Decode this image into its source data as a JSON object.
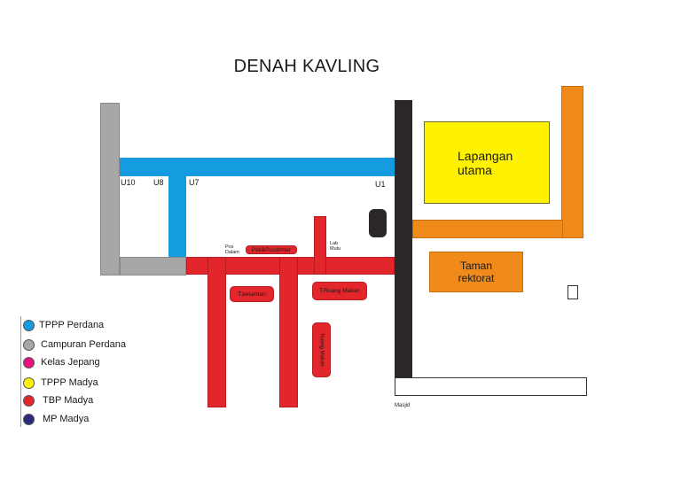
{
  "title": "DENAH KAVLING",
  "labels": {
    "u10": "U10",
    "u8": "U8",
    "u7": "U7",
    "u1": "U1",
    "pos_dalam": "Pos Dalam",
    "poli_pusdimter": "Poli&Pusdimter",
    "lab_mutu": "Lab Mutu",
    "t_kesehatan": "T.kesehtan",
    "t_ruang_makan": "T.Ruang Makan",
    "ruang_makan": "Ruang Makan",
    "lapangan_utama": "Lapangan utama",
    "taman_rektorat": "Taman rektorat",
    "masjid": "Masjid"
  },
  "legend": [
    {
      "label": "TPPP Perdana",
      "color": "#159be0"
    },
    {
      "label": "Campuran Perdana",
      "color": "#a7a7a7"
    },
    {
      "label": "Kelas Jepang",
      "color": "#e4137e"
    },
    {
      "label": "TPPP Madya",
      "color": "#fff200"
    },
    {
      "label": "TBP Madya",
      "color": "#e3262b"
    },
    {
      "label": "MP Madya",
      "color": "#2b2a7a"
    }
  ]
}
